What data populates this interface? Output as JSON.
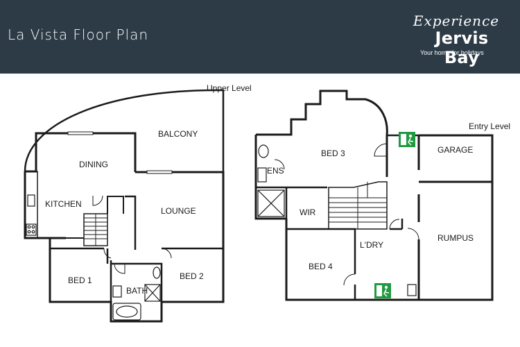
{
  "header": {
    "title": "La Vista Floor Plan",
    "background": "#2d3b47"
  },
  "logo": {
    "script": "Experience",
    "main": "Jervis Bay",
    "tagline": "Your home for holidays"
  },
  "upper_level": {
    "label": "Upper Level",
    "rooms": {
      "balcony": "BALCONY",
      "dining": "DINING",
      "kitchen": "KITCHEN",
      "lounge": "LOUNGE",
      "bed1": "BED 1",
      "bath": "BATH",
      "bed2": "BED 2"
    }
  },
  "entry_level": {
    "label": "Entry Level",
    "rooms": {
      "bed3": "BED 3",
      "ens": "ENS",
      "wir": "WIR",
      "garage": "GARAGE",
      "rumpus": "RUMPUS",
      "laundry": "L'DRY",
      "bed4": "BED 4"
    }
  },
  "colors": {
    "exit_sign": "#1f9a3f",
    "walls": "#1a1a1a"
  },
  "icons": [
    "exit-sign-icon",
    "stairs-icon",
    "toilet-icon",
    "bathtub-icon",
    "stove-icon",
    "sink-icon"
  ]
}
